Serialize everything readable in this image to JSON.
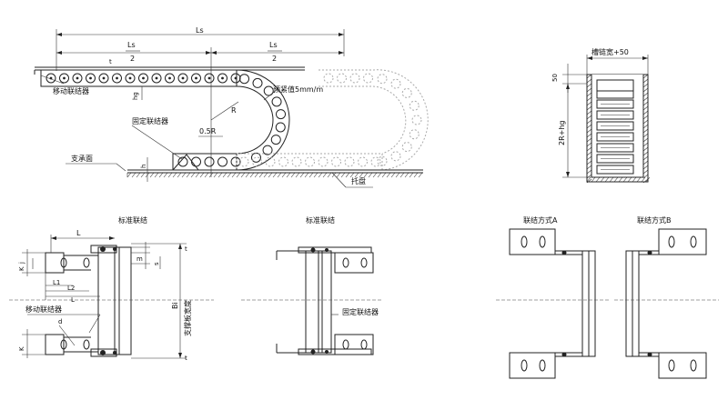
{
  "top": {
    "ls": "Ls",
    "ls_half_left": "Ls",
    "ls_half_left_den": "2",
    "ls_half_right": "Ls",
    "ls_half_right_den": "2",
    "moving_connector": "移动联结器",
    "hg": "hg",
    "prestress": "预紧值5mm/m",
    "radius": "R",
    "fixed_connector": "固定联结器",
    "half_r": "0.5R",
    "support_surface": "支承面",
    "h": "h",
    "tray": "托盘",
    "t": "t"
  },
  "side": {
    "slot_width": "槽链宽+50",
    "fifty": "50",
    "two_r_hg": "2R+hg"
  },
  "standard1": {
    "title": "标准联结",
    "L": "L",
    "j": "j",
    "K": "K",
    "m": "m",
    "s": "s",
    "L1": "L1",
    "L2": "L2",
    "L3": "L",
    "Bi": "Bi",
    "support_width": "支撑板宽度",
    "moving_connector": "移动联结器",
    "d": "d",
    "K2": "K",
    "t1": "t",
    "t2": "t"
  },
  "standard2": {
    "title": "标准联结",
    "fixed_connector": "固定联结器"
  },
  "connA": {
    "title": "联结方式A"
  },
  "connB": {
    "title": "联结方式B"
  }
}
